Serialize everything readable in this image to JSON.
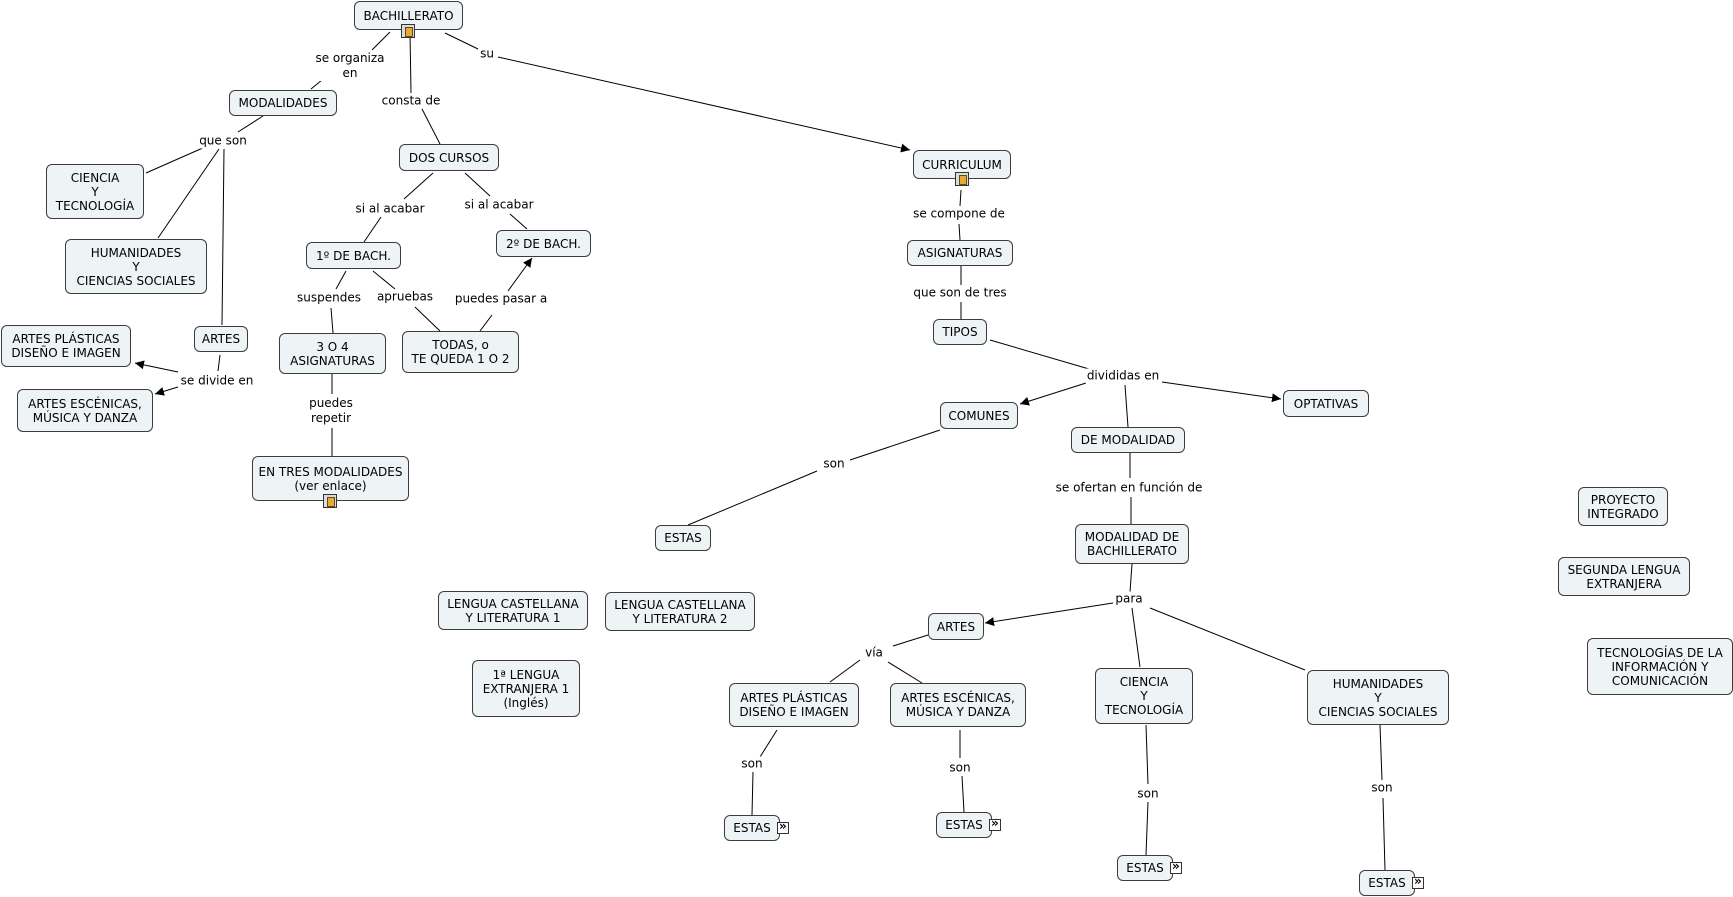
{
  "nodes": {
    "bachillerato": "BACHILLERATO",
    "modalidades": "MODALIDADES",
    "ciencia_tec_left": "CIENCIA\nY\nTECNOLOGÍA",
    "humanidades_left": "HUMANIDADES\nY\nCIENCIAS SOCIALES",
    "artes_left": "ARTES",
    "artes_plasticas_left": "ARTES PLÁSTICAS\nDISEÑO E IMAGEN",
    "artes_escenicas_left": "ARTES ESCÉNICAS,\nMÚSICA Y DANZA",
    "dos_cursos": "DOS CURSOS",
    "primero_bach": "1º DE BACH.",
    "segundo_bach": "2º DE BACH.",
    "tres_cuatro": "3 O 4\nASIGNATURAS",
    "todas": "TODAS, o\nTE QUEDA 1 O 2",
    "en_tres_modalidades": "EN TRES MODALIDADES\n(ver enlace)",
    "curriculum": "CURRICULUM",
    "asignaturas": "ASIGNATURAS",
    "tipos": "TIPOS",
    "comunes": "COMUNES",
    "optativas": "OPTATIVAS",
    "de_modalidad": "DE MODALIDAD",
    "modalidad_bach": "MODALIDAD DE\nBACHILLERATO",
    "estas_comunes": "ESTAS",
    "lengua1": "LENGUA CASTELLANA\nY LITERATURA 1",
    "lengua2": "LENGUA CASTELLANA\nY LITERATURA 2",
    "lengua_extranjera": "1ª LENGUA\nEXTRANJERA 1\n(Inglés)",
    "artes_right": "ARTES",
    "artes_plasticas_right": "ARTES PLÁSTICAS\nDISEÑO E IMAGEN",
    "artes_escenicas_right": "ARTES ESCÉNICAS,\nMÚSICA Y DANZA",
    "ciencia_tec_right": "CIENCIA\nY\nTECNOLOGÍA",
    "humanidades_right": "HUMANIDADES\nY\nCIENCIAS SOCIALES",
    "estas_plasticas": "ESTAS",
    "estas_escenicas": "ESTAS",
    "estas_ciencia": "ESTAS",
    "estas_humanidades": "ESTAS",
    "proyecto_integrado": "PROYECTO\nINTEGRADO",
    "segunda_lengua": "SEGUNDA LENGUA\nEXTRANJERA",
    "tic": "TECNOLOGÍAS DE LA\nINFORMACIÓN Y\nCOMUNICACIÓN"
  },
  "links": {
    "se_organiza_en": "se organiza\nen",
    "su": "su",
    "consta_de": "consta de",
    "que_son": "que son",
    "se_divide_en": "se divide en",
    "si_al_acabar_1": "si al acabar",
    "si_al_acabar_2": "si al acabar",
    "suspendes": "suspendes",
    "apruebas": "apruebas",
    "puedes_pasar_a": "puedes pasar a",
    "puedes_repetir": "puedes\nrepetir",
    "se_compone_de": "se compone de",
    "que_son_de_tres": "que son de tres",
    "divididas_en": "divididas en",
    "son_comunes": "son",
    "se_ofertan": "se ofertan en función de",
    "para": "para",
    "via": "vía",
    "son_plasticas": "son",
    "son_escenicas": "son",
    "son_ciencia": "son",
    "son_humanidades": "son"
  }
}
